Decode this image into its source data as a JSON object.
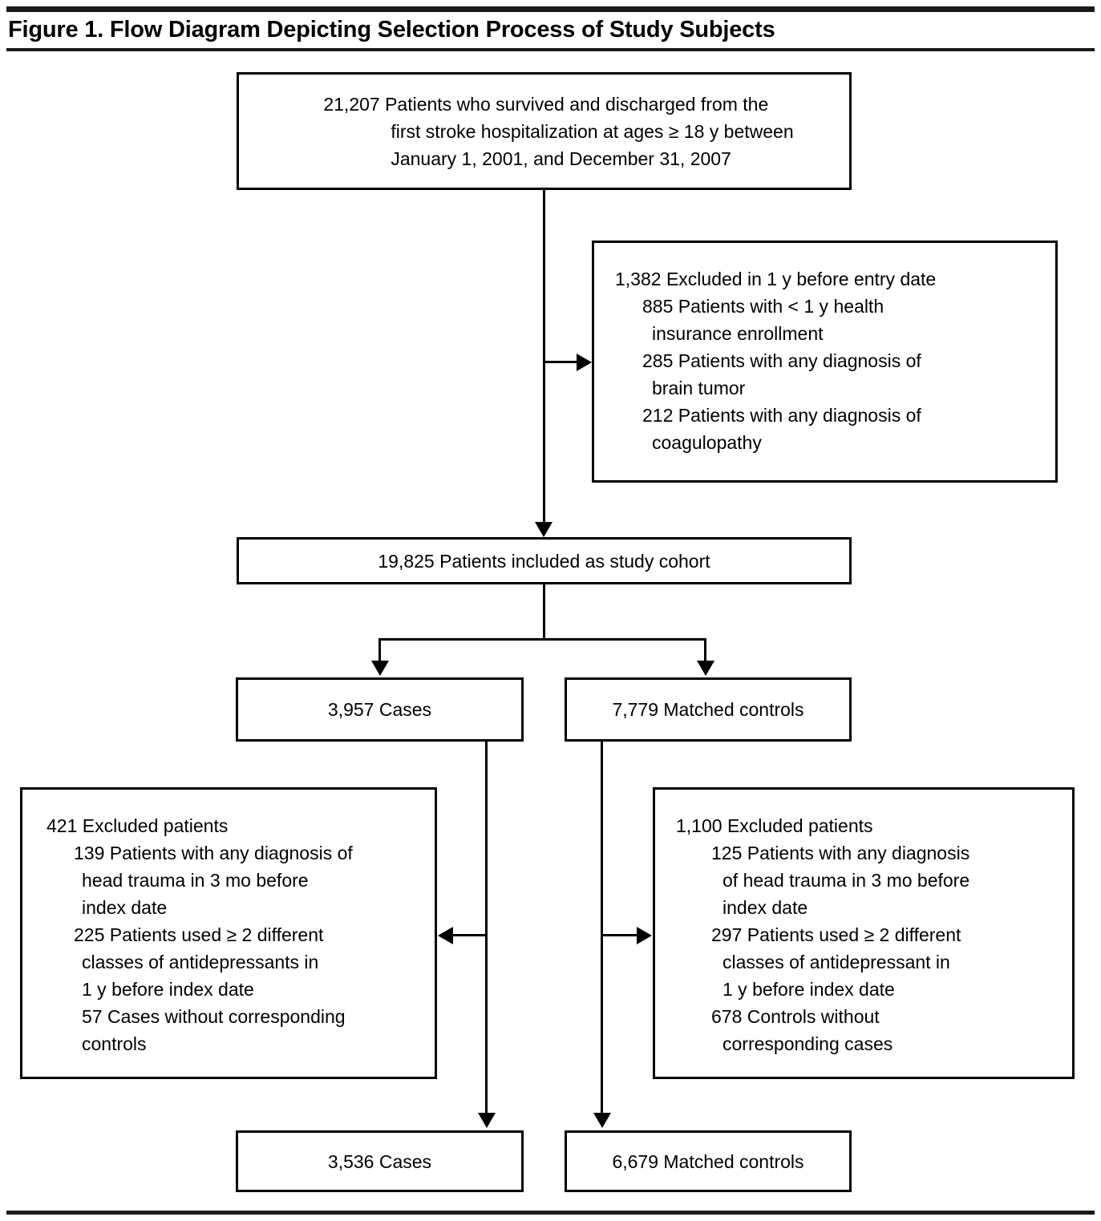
{
  "figure": {
    "title": "Figure 1. Flow Diagram Depicting Selection Process of Study Subjects"
  },
  "nodes": {
    "source_cohort": {
      "line1": "21,207 Patients who survived and discharged from the",
      "line2": "first stroke hospitalization at ages ≥ 18 y between",
      "line3": "January 1, 2001, and December 31, 2007"
    },
    "excluded_entry": {
      "heading": "1,382 Excluded in 1 y before entry date",
      "items": [
        {
          "line1": "885 Patients with < 1 y health",
          "line2": "insurance enrollment"
        },
        {
          "line1": "285 Patients with any diagnosis of",
          "line2": "brain tumor"
        },
        {
          "line1": "212 Patients with any diagnosis of",
          "line2": "coagulopathy"
        }
      ]
    },
    "study_cohort": {
      "label": "19,825 Patients included as study cohort"
    },
    "cases": {
      "label": "3,957 Cases"
    },
    "controls": {
      "label": "7,779 Matched controls"
    },
    "excluded_cases": {
      "heading": "421 Excluded patients",
      "items": [
        {
          "line1": "139 Patients with any diagnosis of",
          "line2": "head trauma in 3 mo before",
          "line3": "index date"
        },
        {
          "line1": "225 Patients used ≥ 2 different",
          "line2": "classes of antidepressants in",
          "line3": "1 y before index date"
        },
        {
          "line1": "57 Cases without corresponding",
          "line2": "controls",
          "line3": ""
        }
      ]
    },
    "excluded_controls": {
      "heading": "1,100 Excluded patients",
      "items": [
        {
          "line1": "125 Patients with any diagnosis",
          "line2": "of head trauma in 3 mo before",
          "line3": "index date"
        },
        {
          "line1": "297 Patients used ≥ 2 different",
          "line2": "classes of antidepressant in",
          "line3": "1 y before index date"
        },
        {
          "line1": "678 Controls without",
          "line2": "corresponding cases",
          "line3": ""
        }
      ]
    },
    "final_cases": {
      "label": "3,536 Cases"
    },
    "final_controls": {
      "label": "6,679 Matched controls"
    }
  },
  "colors": {
    "ink": "#000000",
    "rule": "#1a1a1a",
    "background": "#ffffff"
  }
}
